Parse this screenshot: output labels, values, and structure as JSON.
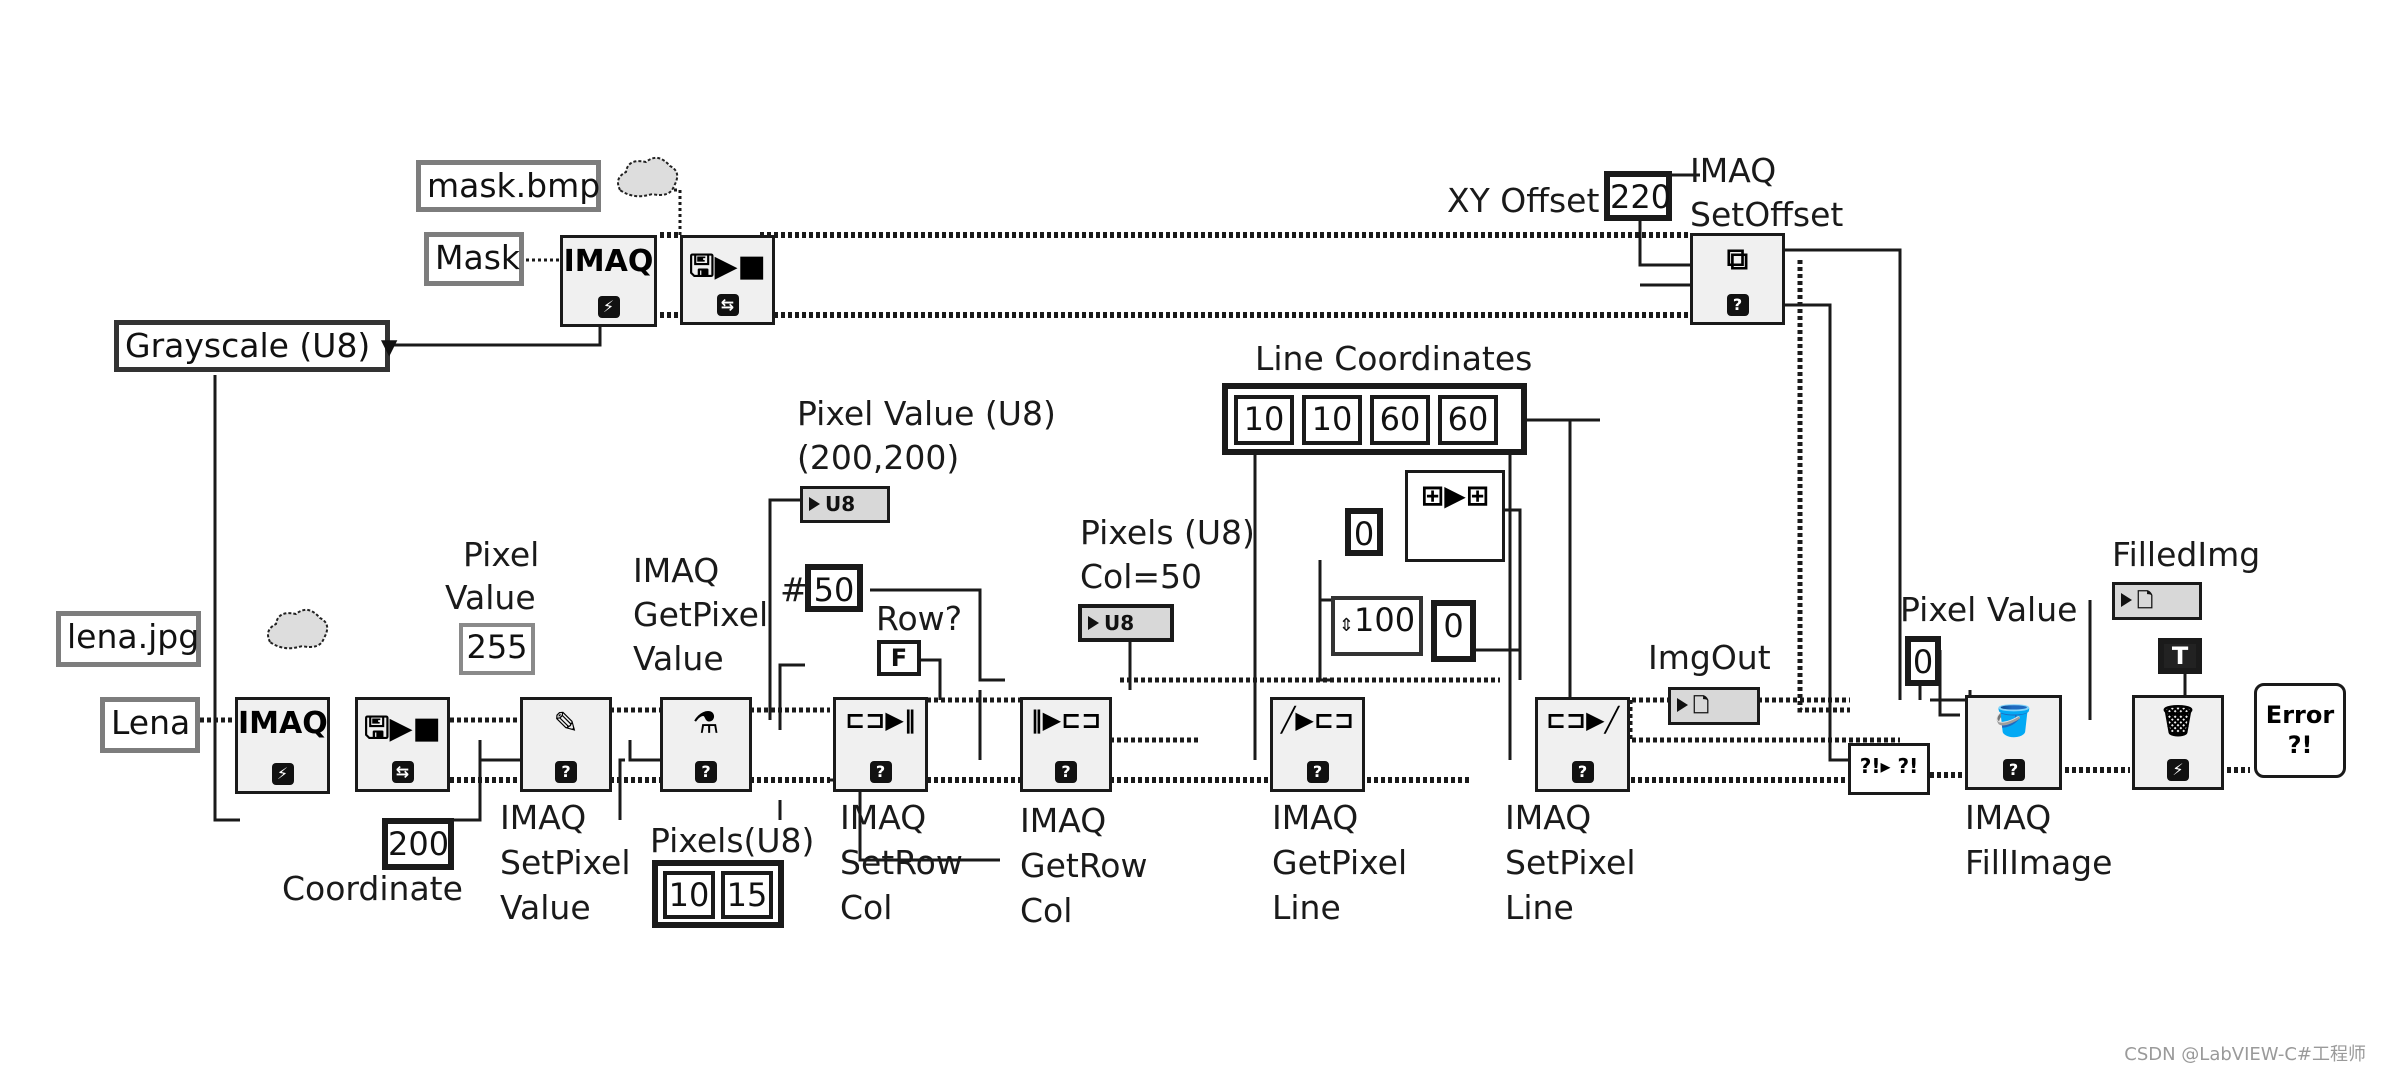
{
  "controls": {
    "mask_path": "mask.bmp",
    "mask_name": "Mask",
    "image_type": "Grayscale (U8)",
    "lena_path": "lena.jpg",
    "lena_name": "Lena"
  },
  "labels": {
    "xy_offset": "XY Offset",
    "imaq": "IMAQ",
    "setoffset": "SetOffset",
    "line_coordinates": "Line Coordinates",
    "pixel_value_u8": "Pixel Value (U8)",
    "pixel_value_u8_coord": "(200,200)",
    "pixel": "Pixel",
    "value": "Value",
    "getpixel": "GetPixel",
    "row_q": "Row?",
    "pixels_u8": "Pixels (U8)",
    "col50": "Col=50",
    "imgout": "ImgOut",
    "pixel_value2": "Pixel Value",
    "filledimg": "FilledImg",
    "setpixel": "SetPixel",
    "coordinate": "Coordinate",
    "pixels_u8b": "Pixels(U8)",
    "setrow": "SetRow",
    "col": "Col",
    "getrow": "GetRow",
    "getpixel_l": "GetPixel",
    "line": "Line",
    "setpixel_l": "SetPixel",
    "fillimage": "FillImage",
    "hash": "#"
  },
  "constants": {
    "xy_offset": "220",
    "pixel_value": "255",
    "col": "50",
    "row_flag": "F",
    "coordinate": "200",
    "pixels_a": "10",
    "pixels_b": "15",
    "line_c1": "10",
    "line_c2": "10",
    "line_c3": "60",
    "line_c4": "60",
    "zero_a": "0",
    "hundred": "100",
    "zero_b": "0",
    "fill_zero": "0",
    "true_const": "T"
  },
  "indicators": {
    "u8": "U8",
    "u8_arr": "U8"
  },
  "nodes": {
    "imaq_glyph": "IMAQ",
    "error_text": "Error"
  },
  "watermark": "CSDN @LabVIEW-C#工程师",
  "colors": {
    "wire": "#1a1a1a",
    "control_border": "#7d7d7d",
    "node_fill": "#f0f0f0"
  }
}
